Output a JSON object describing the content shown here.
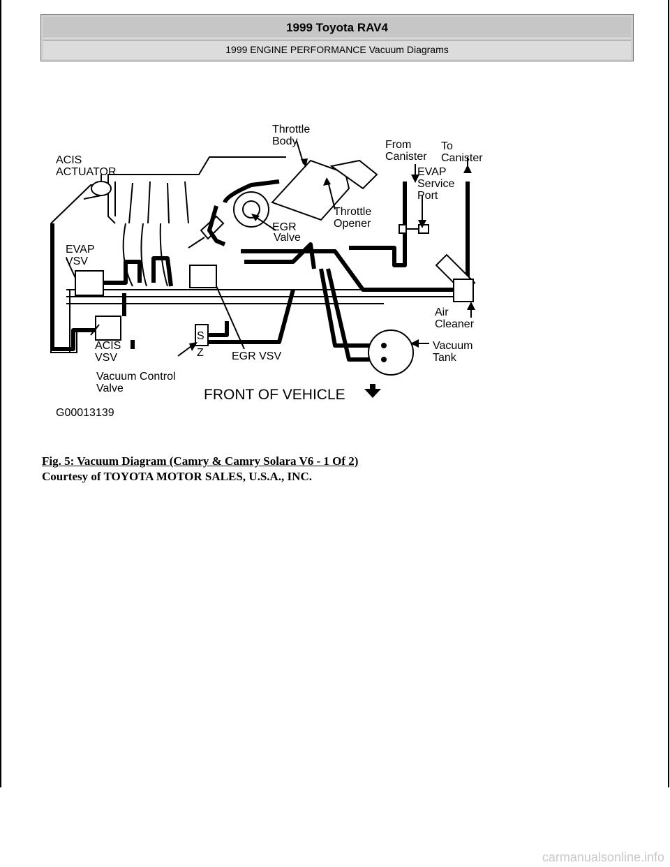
{
  "header": {
    "title": "1999 Toyota RAV4",
    "subtitle": "1999 ENGINE PERFORMANCE Vacuum Diagrams"
  },
  "figure": {
    "labels": {
      "throttle_body_1": "Throttle",
      "throttle_body_2": "Body",
      "from_canister_1": "From",
      "from_canister_2": "Canister",
      "to_canister_1": "To",
      "to_canister_2": "Canister",
      "acis_actuator_1": "ACIS",
      "acis_actuator_2": "ACTUATOR",
      "evap_service_port_1": "EVAP",
      "evap_service_port_2": "Service",
      "evap_service_port_3": "Port",
      "throttle_opener_1": "Throttle",
      "throttle_opener_2": "Opener",
      "egr_valve_1": "EGR",
      "egr_valve_2": "Valve",
      "evap_vsv_1": "EVAP",
      "evap_vsv_2": "VSV",
      "air_cleaner_1": "Air",
      "air_cleaner_2": "Cleaner",
      "acis_vsv_1": "ACIS",
      "acis_vsv_2": "VSV",
      "s_marker": "S",
      "z_marker": "Z",
      "egr_vsv": "EGR VSV",
      "vacuum_tank_1": "Vacuum",
      "vacuum_tank_2": "Tank",
      "vacuum_control_valve_1": "Vacuum Control",
      "vacuum_control_valve_2": "Valve",
      "front_of_vehicle": "FRONT OF VEHICLE",
      "figure_id": "G00013139"
    }
  },
  "caption": "Fig. 5: Vacuum Diagram (Camry & Camry Solara V6 - 1 Of 2)",
  "courtesy": "Courtesy of TOYOTA MOTOR SALES, U.S.A., INC.",
  "watermark": "carmanualsonline.info"
}
